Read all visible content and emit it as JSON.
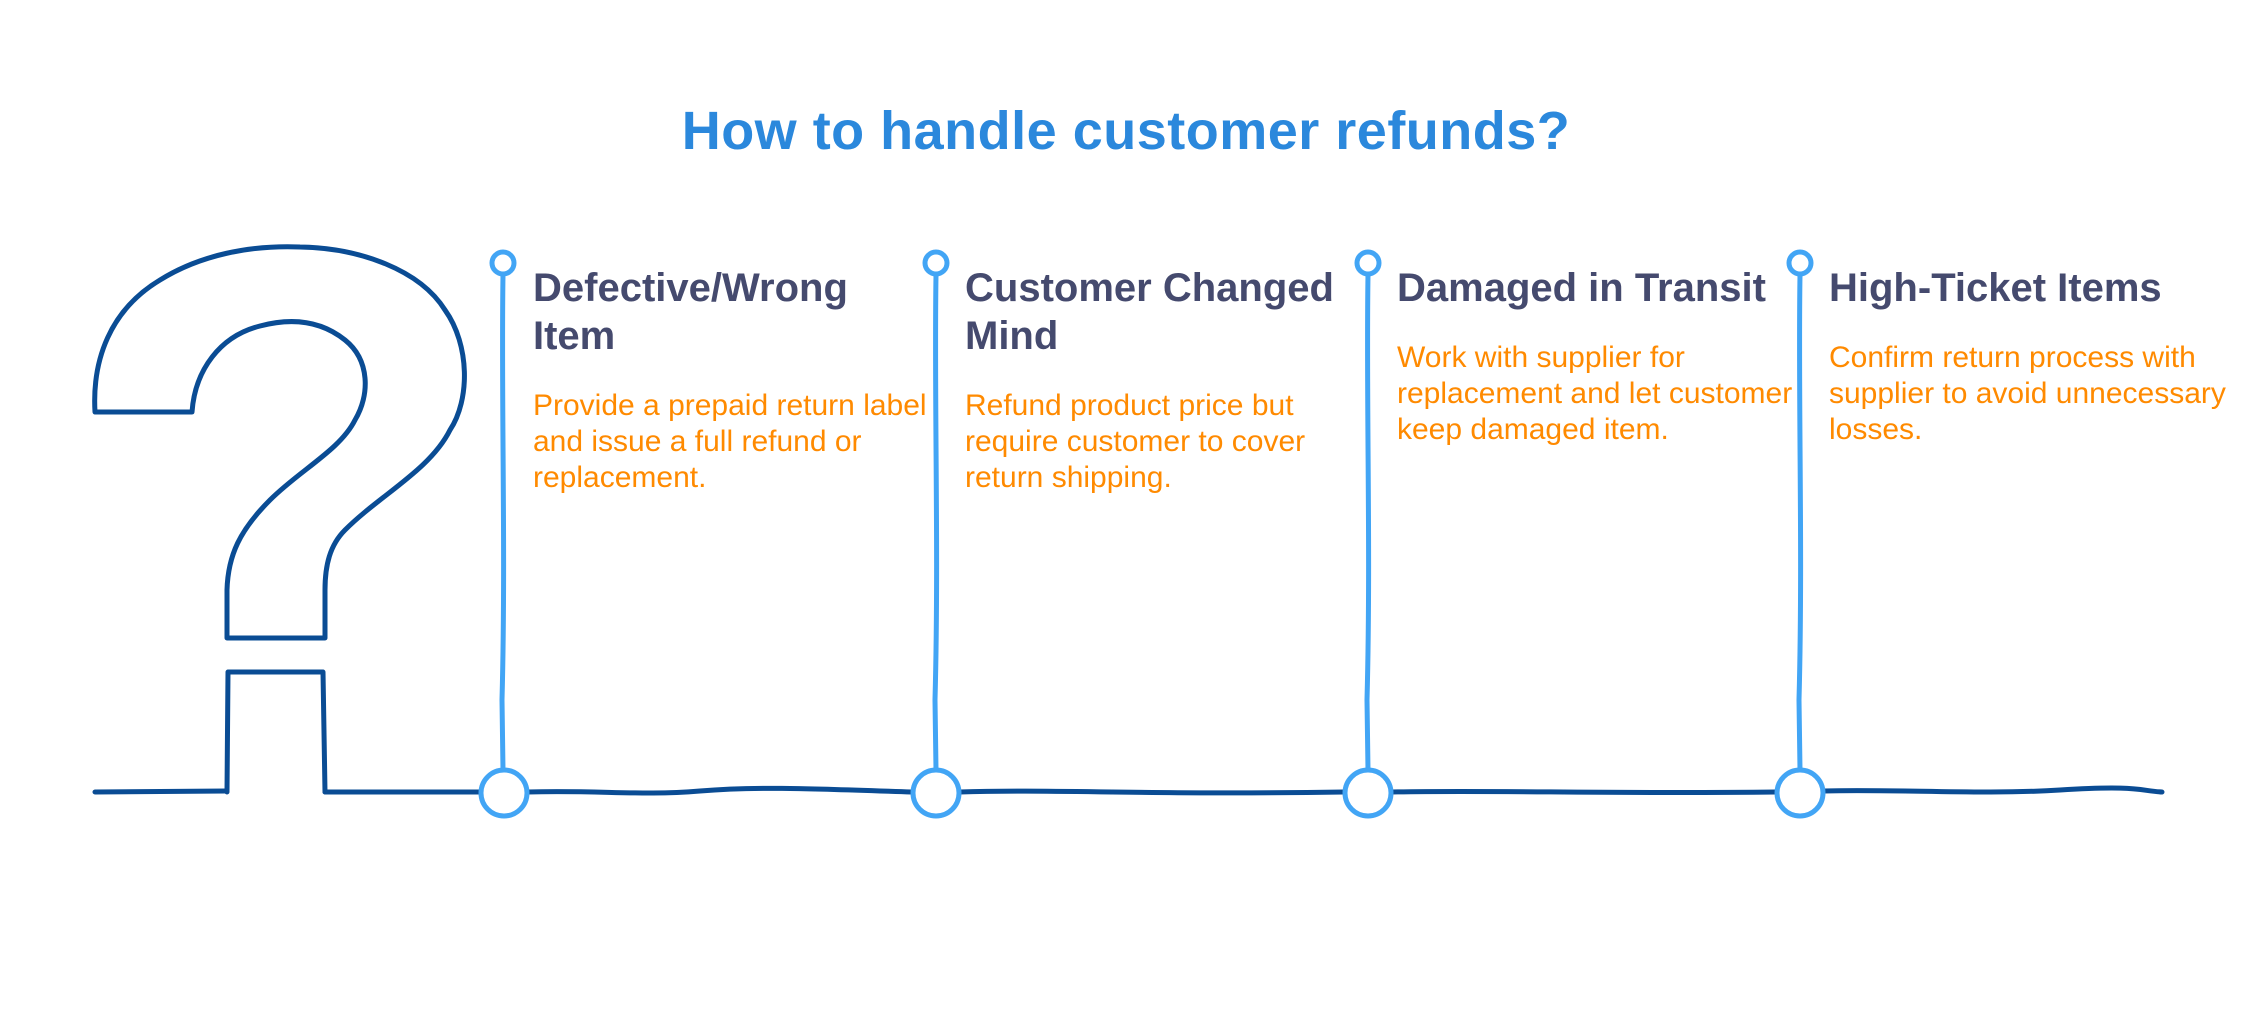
{
  "title": "How to handle customer refunds?",
  "colors": {
    "title": "#2B88DC",
    "heading": "#454A6E",
    "body": "#FF8A00",
    "outline": "#0A4C94",
    "timeline": "#42A5F5"
  },
  "icons": {
    "main": "question-mark-icon"
  },
  "steps": [
    {
      "heading": "Defective/Wrong Item",
      "description": "Provide a prepaid return label and issue a full refund or replacement."
    },
    {
      "heading": "Customer Changed Mind",
      "description": "Refund product price but require customer to cover return shipping."
    },
    {
      "heading": "Damaged in Transit",
      "description": "Work with supplier for replacement and let customer keep damaged item."
    },
    {
      "heading": "High-Ticket Items",
      "description": "Confirm return process with supplier to avoid unnecessary losses."
    }
  ]
}
